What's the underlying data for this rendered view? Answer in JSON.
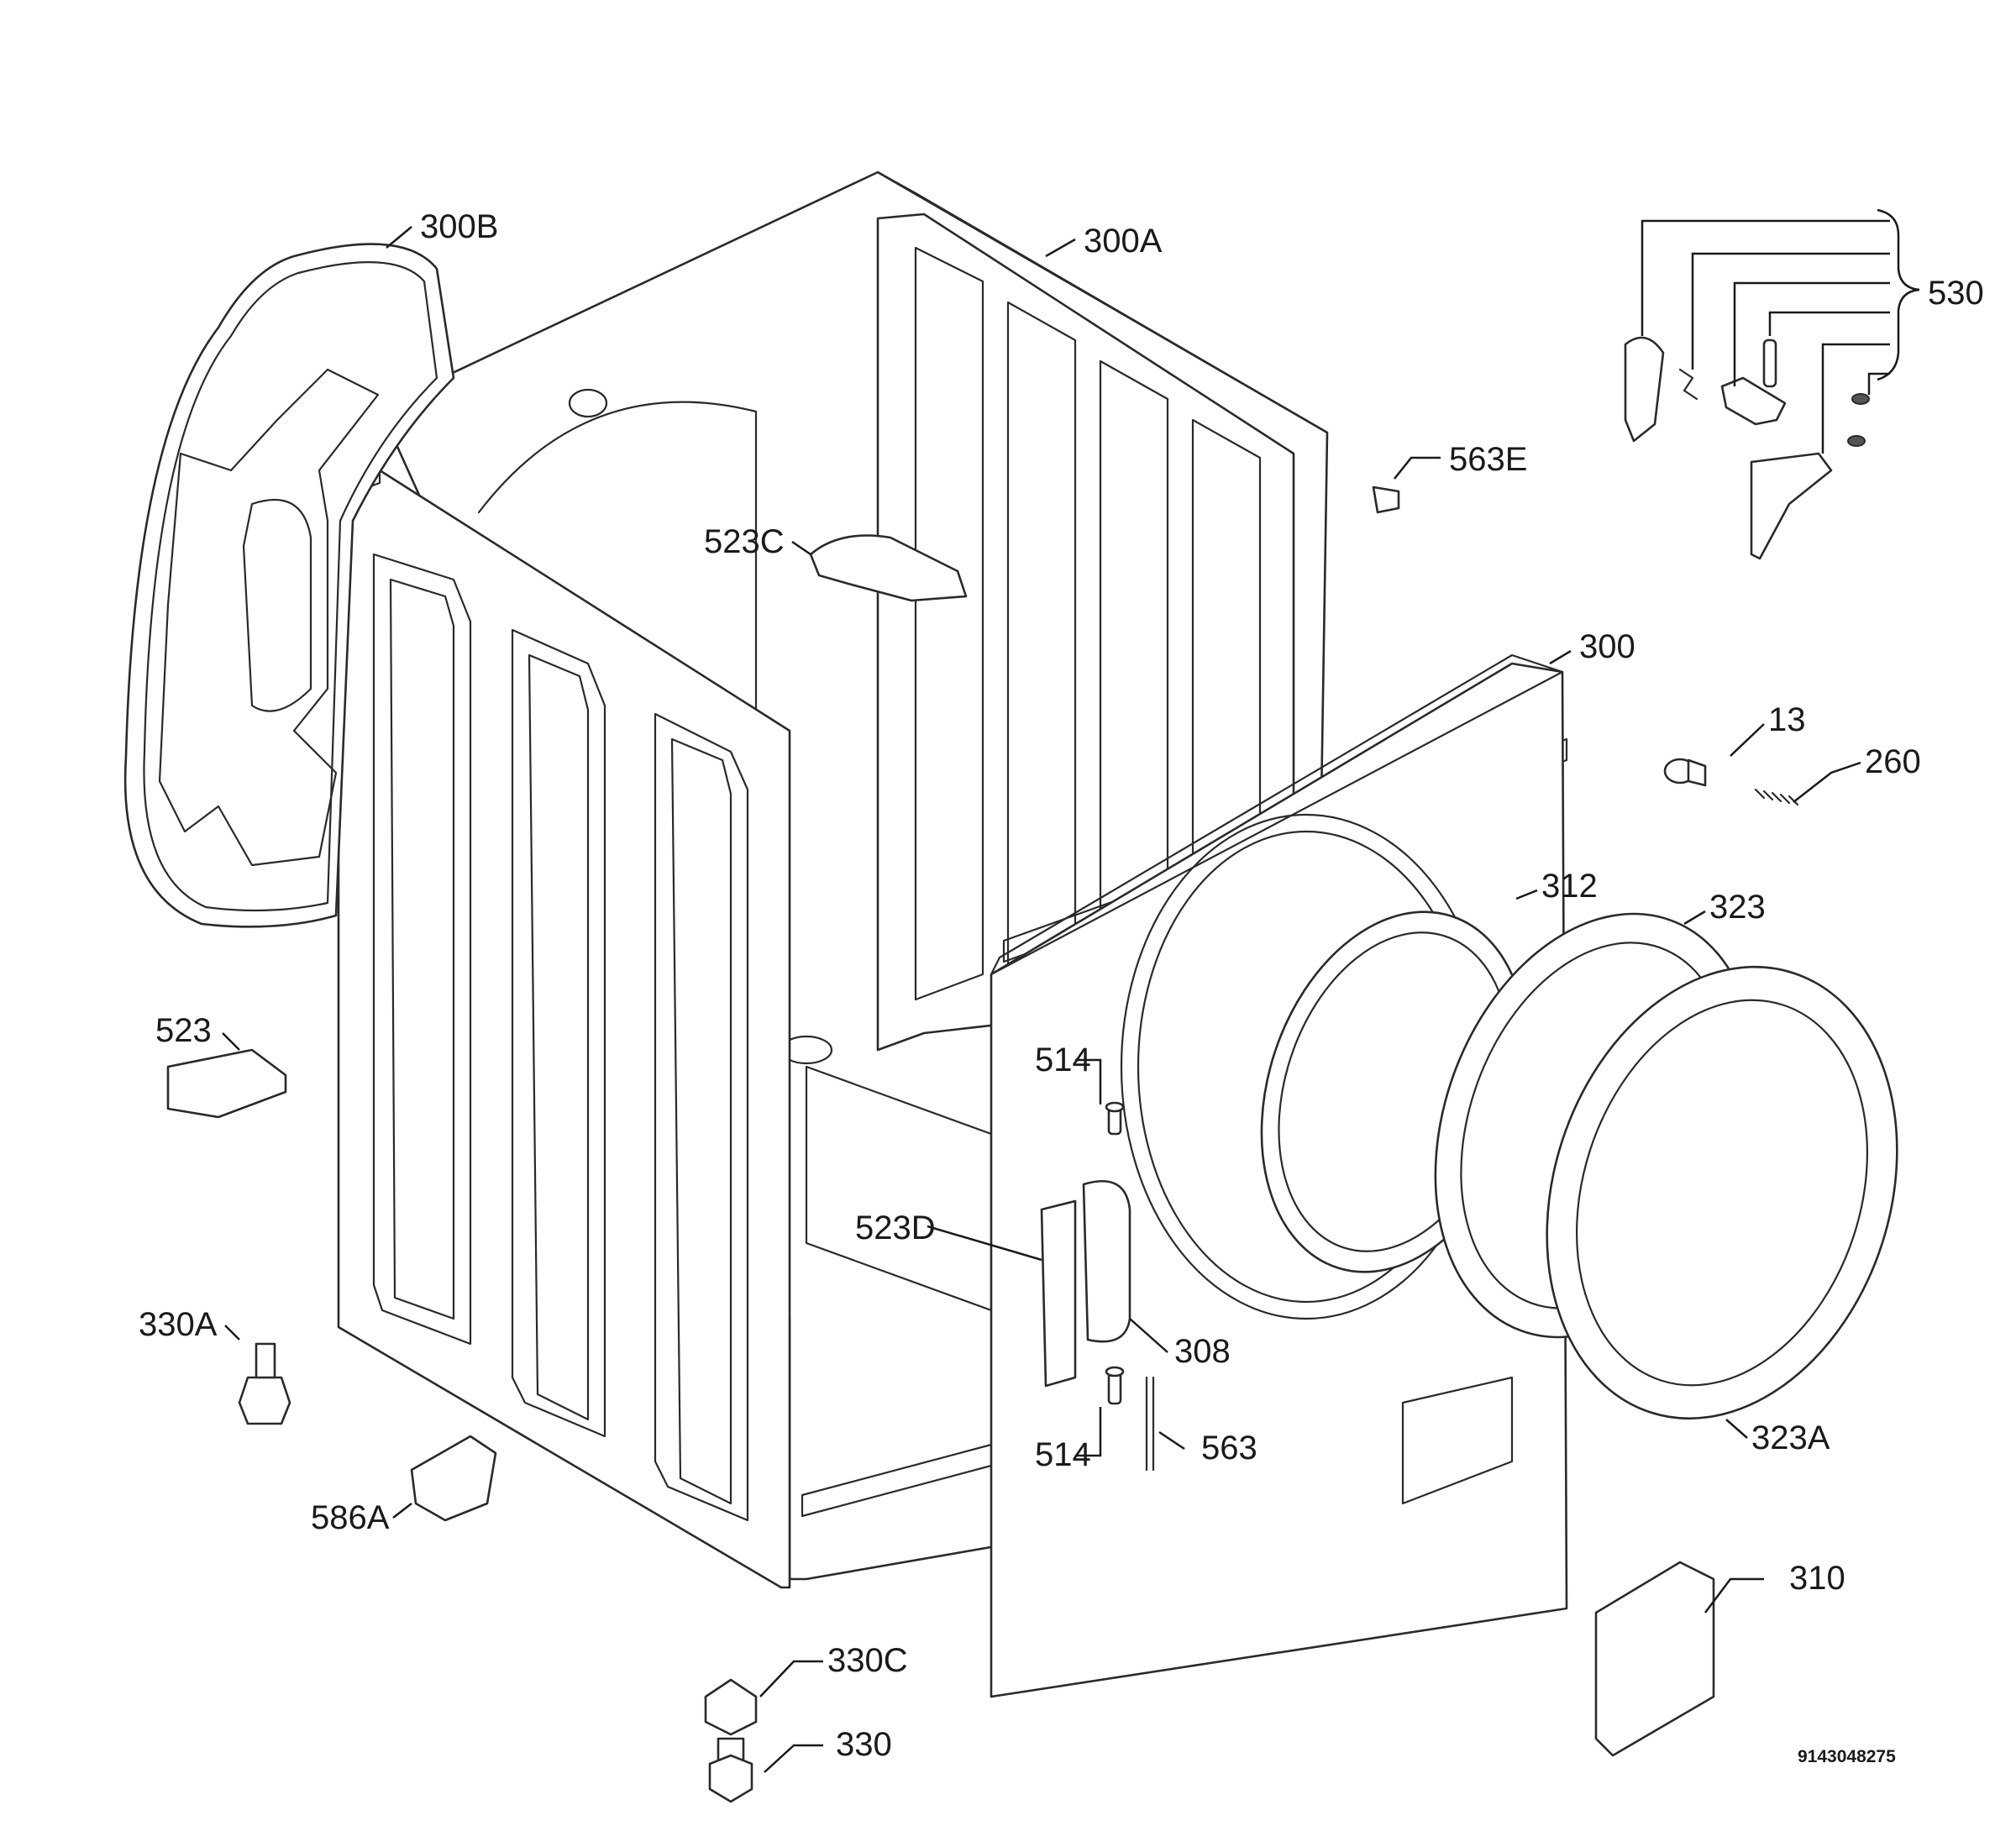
{
  "diagram_code": "9143048275",
  "callouts": {
    "c300B": "300B",
    "c300A": "300A",
    "c530": "530",
    "c563E": "563E",
    "c523C": "523C",
    "c300": "300",
    "c13": "13",
    "c260": "260",
    "c312": "312",
    "c323": "323",
    "c523": "523",
    "c514_top": "514",
    "c523D": "523D",
    "c330A": "330A",
    "c308": "308",
    "c514_bot": "514",
    "c563": "563",
    "c323A": "323A",
    "c586A": "586A",
    "c310": "310",
    "c330C": "330C",
    "c330": "330"
  }
}
